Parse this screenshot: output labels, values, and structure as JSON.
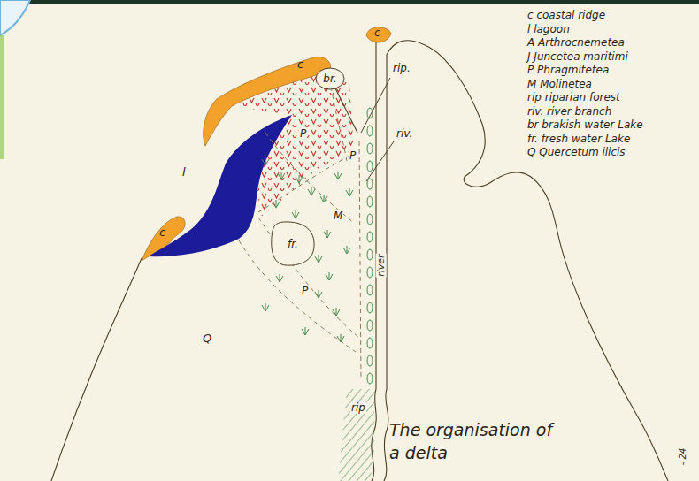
{
  "diagram": {
    "title": "The organisation of a delta",
    "nodes": [
      {
        "text": [
          "br."
        ]
      },
      {
        "text": [
          "fr."
        ]
      }
    ],
    "labels": [
      "c",
      "c",
      "c",
      "l",
      "rip.",
      "riv.",
      "P",
      "P",
      "M",
      "P",
      "Q",
      "river",
      "rip",
      "- 24"
    ],
    "legend": [
      {
        "text": "c coastal ridge"
      },
      {
        "text": "l lagoon"
      },
      {
        "text": "A Arthrocnemetea"
      },
      {
        "text": "J Juncetea maritimi"
      },
      {
        "text": "P Phragmitetea"
      },
      {
        "text": "M Molinetea"
      },
      {
        "text": "rip riparian forest"
      },
      {
        "text": "riv. river branch"
      },
      {
        "text": "br brakish water Lake"
      },
      {
        "text": "fr. fresh water Lake"
      },
      {
        "text": "Q Quercetum ilicis"
      }
    ]
  }
}
